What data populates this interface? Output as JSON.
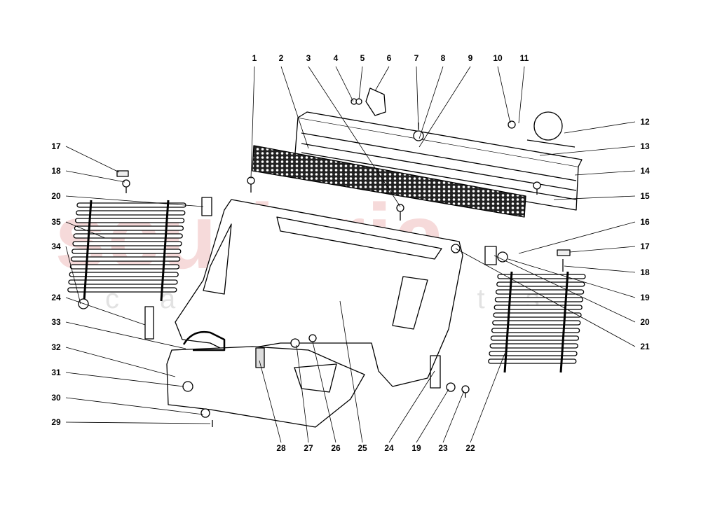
{
  "watermark": {
    "brand": "scuderia",
    "sub": "car parts",
    "color": "#e89a9a"
  },
  "callouts": {
    "top": [
      "1",
      "2",
      "3",
      "4",
      "5",
      "6",
      "7",
      "8",
      "9",
      "10",
      "11"
    ],
    "right": [
      "12",
      "13",
      "14",
      "15",
      "16",
      "17",
      "18",
      "19",
      "20",
      "21"
    ],
    "left": [
      "17",
      "18",
      "20",
      "35",
      "34",
      "24",
      "33",
      "32",
      "31",
      "30",
      "29"
    ],
    "bottom": [
      "28",
      "27",
      "26",
      "25",
      "24",
      "19",
      "23",
      "22"
    ]
  }
}
